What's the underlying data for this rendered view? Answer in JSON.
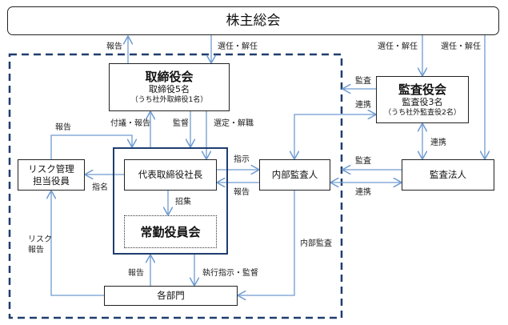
{
  "title": "株主総会",
  "colors": {
    "arrow": "#6f9bd1",
    "dashed": "#1f3d6e",
    "box_border": "#222222",
    "exec_border": "#1f3d6e"
  },
  "nodes": {
    "shareholders": {
      "label": "株主総会"
    },
    "board": {
      "title": "取締役会",
      "line1": "取締役5名",
      "line2": "（うち社外取締役1名）"
    },
    "audit_board": {
      "title": "監査役会",
      "line1": "監査役3名",
      "line2": "（うち社外監査役2名）"
    },
    "president": {
      "label": "代表取締役社長"
    },
    "executive_committee": {
      "label": "常勤役員会"
    },
    "risk_officer": {
      "line1": "リスク管理",
      "line2": "担当役員"
    },
    "internal_audit": {
      "label": "内部監査人"
    },
    "audit_firm": {
      "label": "監査法人"
    },
    "departments": {
      "label": "各部門"
    }
  },
  "edges": {
    "report_to_shareholders": "報告",
    "elect_board": "選任・解任",
    "elect_audit_board": "選任・解任",
    "elect_audit_firm": "選任・解任",
    "audit_board_audit": "監査",
    "audit_board_coop": "連携",
    "audit_board_firm_coop": "連携",
    "proposal_report": "付議・報告",
    "supervision": "監督",
    "appoint_dismiss": "選定・解職",
    "risk_report_up": "報告",
    "nomination": "指名",
    "instruction": "指示",
    "report_from_internal": "報告",
    "convene": "招集",
    "firm_audit": "監査",
    "firm_coop": "連携",
    "risk_report_line1": "リスク",
    "risk_report_line2": "報告",
    "internal_audit_label": "内部監査",
    "dept_report": "報告",
    "exec_instruction": "執行指示・監督"
  }
}
